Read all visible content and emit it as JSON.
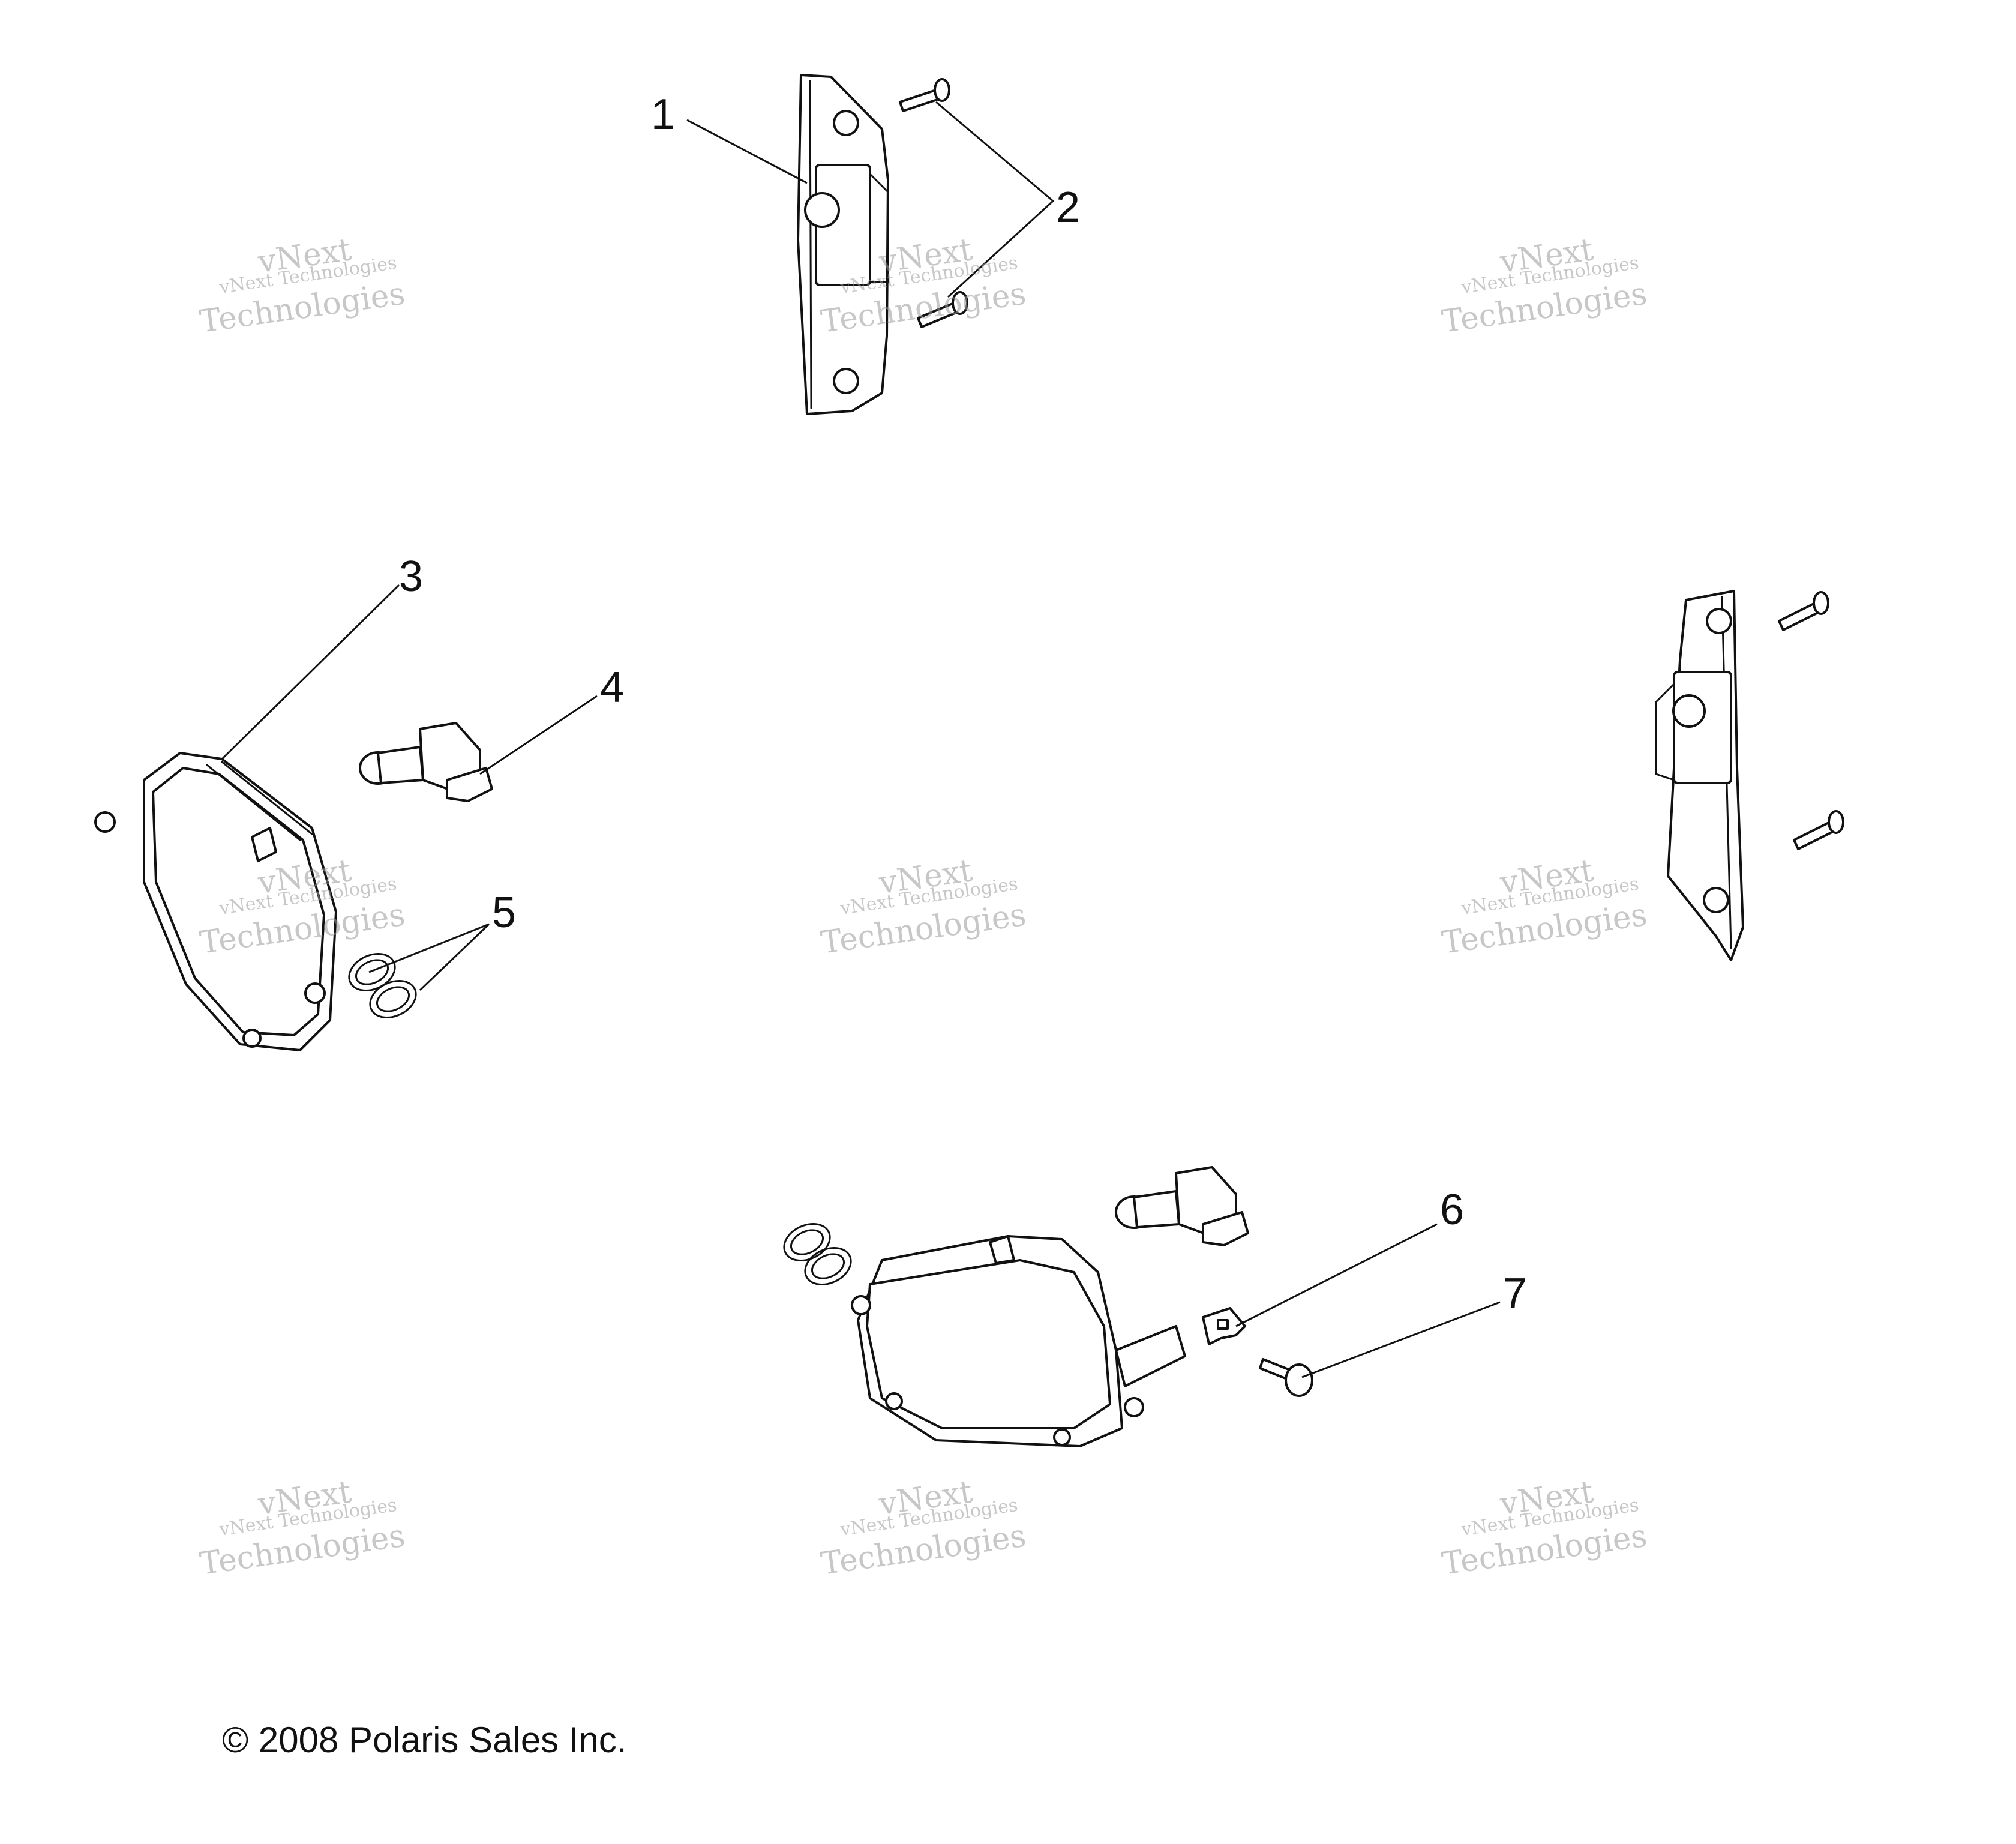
{
  "callouts": {
    "c1": "1",
    "c2": "2",
    "c3": "3",
    "c4": "4",
    "c5": "5",
    "c6": "6",
    "c7": "7"
  },
  "watermark": {
    "line_a": "vNext",
    "line_b": "vNext Technologies",
    "line_c": "Technologies"
  },
  "copyright": "© 2008 Polaris Sales Inc."
}
